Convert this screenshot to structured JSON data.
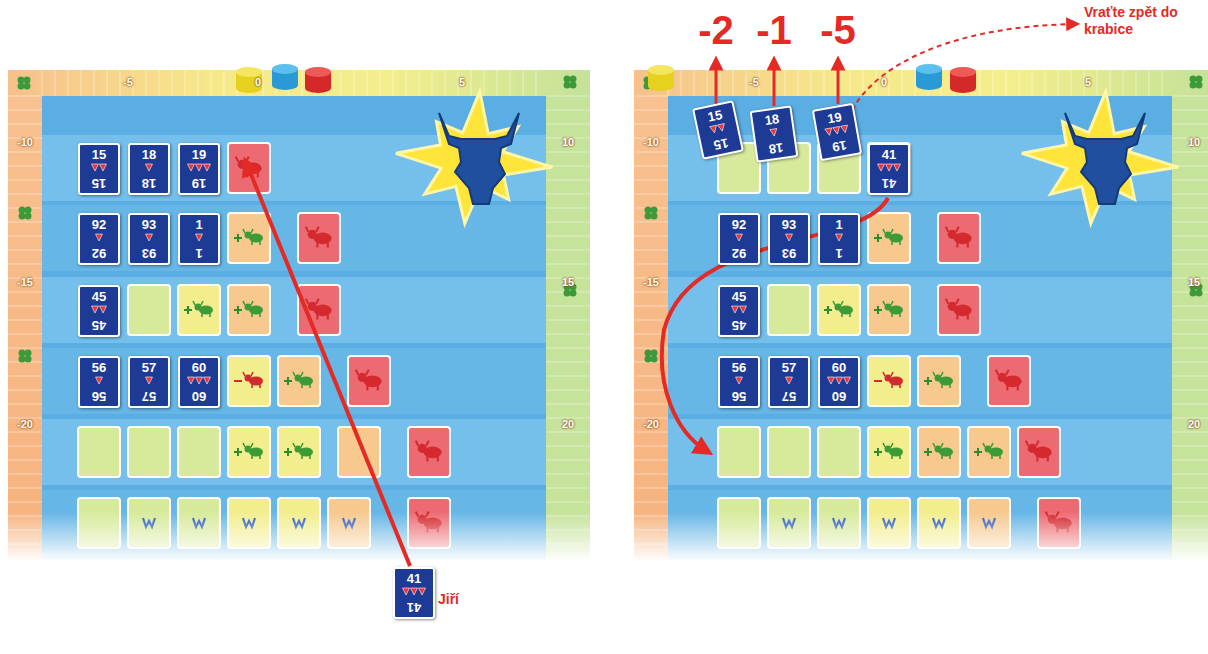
{
  "diagram": {
    "nodes": [
      {
        "text": [
          "15",
          "15"
        ]
      },
      {
        "text": [
          "18",
          "18"
        ]
      },
      {
        "text": [
          "19",
          "19"
        ]
      },
      {
        "text": [
          "92",
          "92"
        ]
      },
      {
        "text": [
          "93",
          "93"
        ]
      },
      {
        "text": [
          "1",
          "1"
        ]
      },
      {
        "text": [
          "45",
          "45"
        ]
      },
      {
        "text": [
          "56",
          "56"
        ]
      },
      {
        "text": [
          "57",
          "57"
        ]
      },
      {
        "text": [
          "60",
          "60"
        ]
      },
      {
        "text": [
          "41",
          "41"
        ]
      },
      {
        "text": [
          "15",
          "15"
        ]
      },
      {
        "text": [
          "18",
          "18"
        ]
      },
      {
        "text": [
          "19",
          "19"
        ]
      },
      {
        "text": [
          "41",
          "41"
        ]
      },
      {
        "text": [
          "92",
          "92"
        ]
      },
      {
        "text": [
          "93",
          "93"
        ]
      },
      {
        "text": [
          "1",
          "1"
        ]
      },
      {
        "text": [
          "45",
          "45"
        ]
      },
      {
        "text": [
          "56",
          "56"
        ]
      },
      {
        "text": [
          "57",
          "57"
        ]
      },
      {
        "text": [
          "60",
          "60"
        ]
      }
    ],
    "labels": [
      "-5",
      "0",
      "5",
      "-10",
      "10",
      "-15",
      "15",
      "-20",
      "20",
      "-5",
      "0",
      "5",
      "-10",
      "10",
      "-15",
      "15",
      "-20",
      "20",
      "-2",
      "-1",
      "-5",
      "Vraťte zpět do krabice",
      "Jiří"
    ]
  }
}
